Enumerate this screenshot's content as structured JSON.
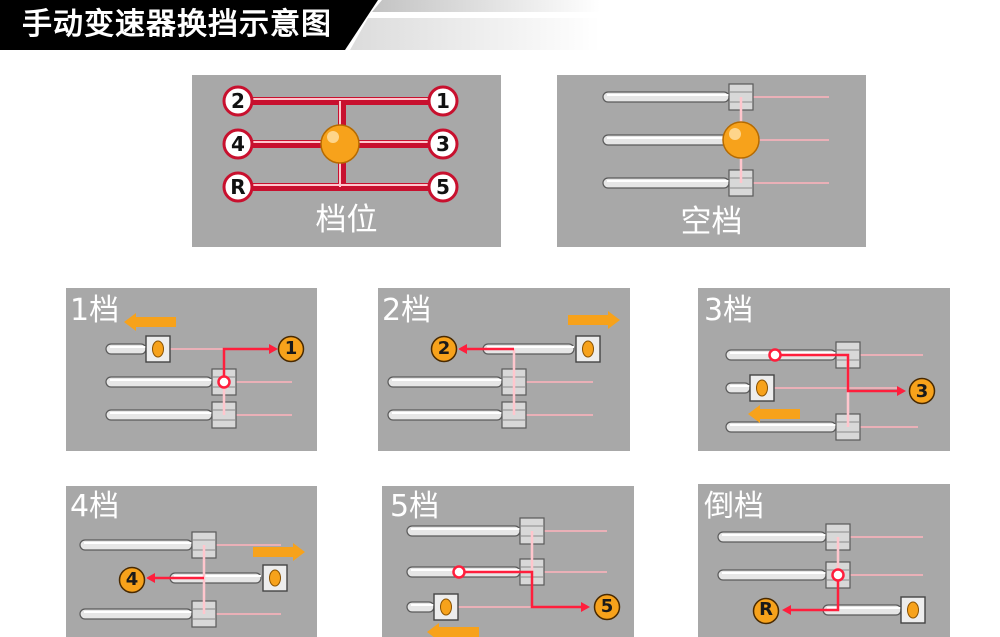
{
  "title": "手动变速器换挡示意图",
  "colors": {
    "panel_bg": "#a8a8a8",
    "rail_red": "#c8102e",
    "path_red": "#ff1e3c",
    "ball_orange": "#f7a21b",
    "arrow_orange": "#f7a21b",
    "title_bg": "#000000"
  },
  "gear_pattern": {
    "label": "档位",
    "gears_left": [
      "2",
      "4",
      "R"
    ],
    "gears_right": [
      "1",
      "3",
      "5"
    ]
  },
  "neutral": {
    "label": "空档"
  },
  "gears": [
    {
      "label": "1档",
      "badge": "1"
    },
    {
      "label": "2档",
      "badge": "2"
    },
    {
      "label": "3档",
      "badge": "3"
    },
    {
      "label": "4档",
      "badge": "4"
    },
    {
      "label": "5档",
      "badge": "5"
    },
    {
      "label": "倒档",
      "badge": "R"
    }
  ]
}
